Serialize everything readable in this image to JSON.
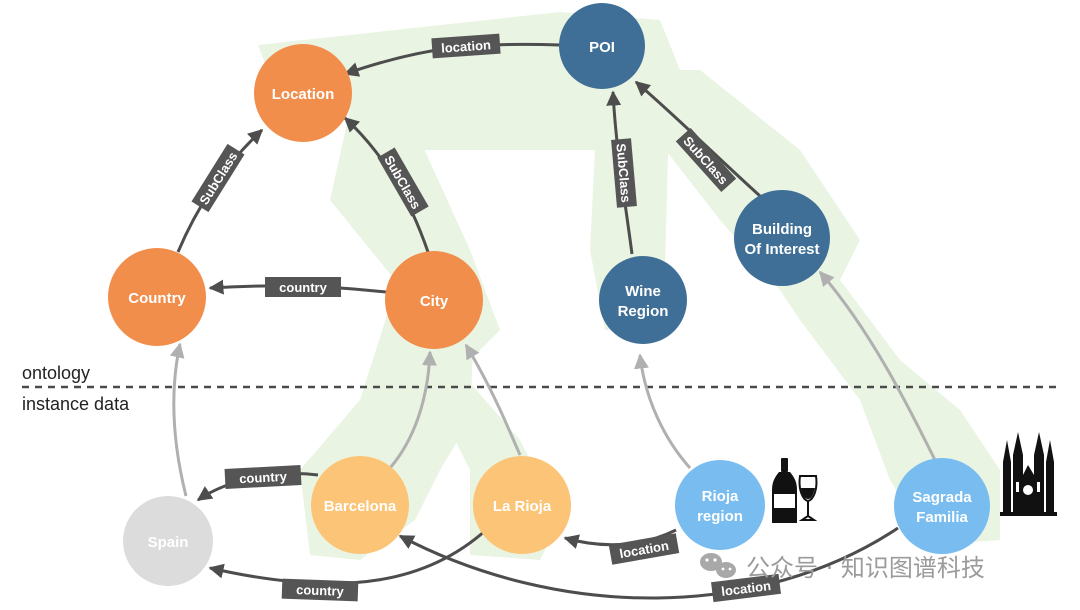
{
  "sections": {
    "upper": "ontology",
    "lower": "instance data"
  },
  "nodes": {
    "location": {
      "label": "Location"
    },
    "poi": {
      "label": "POI"
    },
    "country": {
      "label": "Country"
    },
    "city": {
      "label": "City"
    },
    "wine_region": {
      "line1": "Wine",
      "line2": "Region"
    },
    "building": {
      "line1": "Building",
      "line2": "Of Interest"
    },
    "spain": {
      "label": "Spain"
    },
    "barcelona": {
      "label": "Barcelona"
    },
    "la_rioja": {
      "label": "La Rioja"
    },
    "rioja_region": {
      "line1": "Rioja",
      "line2": "region"
    },
    "sagrada": {
      "line1": "Sagrada",
      "line2": "Familia"
    }
  },
  "edges": {
    "poi_location": "location",
    "country_subclass": "SubClass",
    "city_subclass": "SubClass",
    "city_country": "country",
    "wine_subclass": "SubClass",
    "building_subclass": "SubClass",
    "barcelona_country": "country",
    "larioja_country": "country",
    "rioja_location": "location",
    "sagrada_location": "location"
  },
  "watermark": "公众号 · 知识图谱科技",
  "colors": {
    "ontology_orange": "#f28e4c",
    "instance_orange": "#fbc476",
    "ontology_blue": "#3f6f96",
    "instance_blue": "#79bdf0",
    "spain_gray": "#dcdcdc",
    "edge_dark": "#4d4d4d",
    "edge_light": "#b0b0b0",
    "highlight": "#e9f4e2"
  }
}
